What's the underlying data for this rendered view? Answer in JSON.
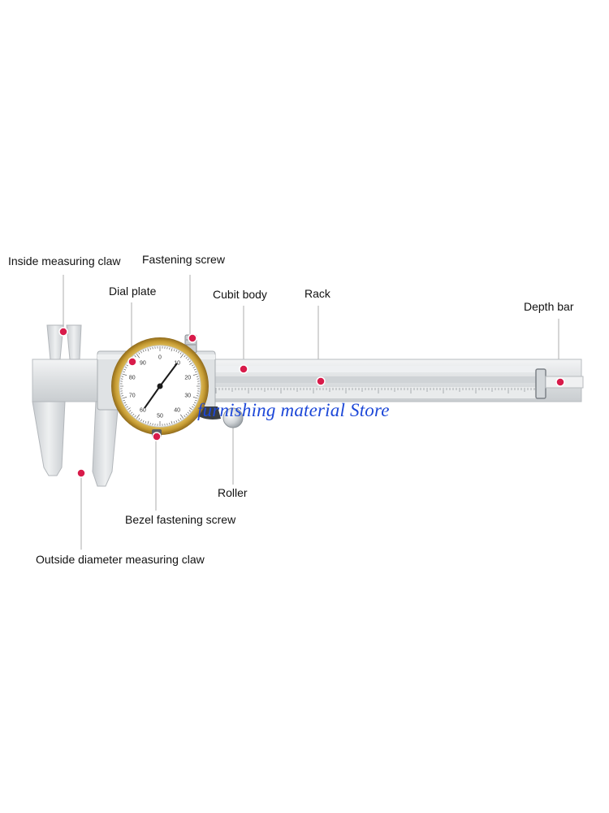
{
  "labels": {
    "inside_claw": "Inside measuring claw",
    "fastening_screw": "Fastening screw",
    "dial_plate": "Dial plate",
    "cubit_body": "Cubit body",
    "rack": "Rack",
    "depth_bar": "Depth bar",
    "roller": "Roller",
    "bezel_screw": "Bezel fastening screw",
    "outside_claw": "Outside diameter measuring claw"
  },
  "watermark": "furnishing material Store",
  "dial_numbers": [
    "0",
    "10",
    "20",
    "30",
    "40",
    "50",
    "60",
    "70",
    "80",
    "90"
  ],
  "colors": {
    "marker": "#d81b4a",
    "leader": "#d6d6d6",
    "watermark": "#1d48d8",
    "bezel": "#c9a13c",
    "steel": "#e4e7e9"
  }
}
